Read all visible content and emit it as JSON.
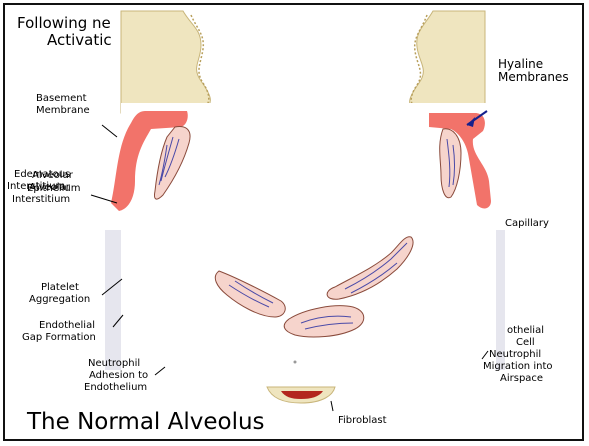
{
  "header": {
    "line1": "Following ne",
    "line2": "Activatic"
  },
  "labels": {
    "hyaline_line1": "Hyaline",
    "hyaline_line2": "Membranes",
    "basement_line1": "Basement",
    "basement_line2": "Membrane",
    "edematous_line1": "Edematous",
    "alveolar_a": "Alveolar",
    "alveolar_b": "Alveolar",
    "interstitium_a": "Interstitium",
    "epithelium_a": "Epithelium",
    "interstitium_line": "Interstitium",
    "capillary": "Capillary",
    "platelet_line1": "Platelet",
    "platelet_line2": "Aggregation",
    "endothelial_gap_line1": "Endothelial",
    "endothelial_gap_line2": "Gap Formation",
    "neutrophil_line1": "Neutrophil",
    "neutrophil_line2": "Adhesion to",
    "neutrophil_line3": "Endothelium",
    "endo_cell_line1": "othelial",
    "endo_cell_line2": "Cell",
    "neutro_mig_line1": "Neutrophil",
    "neutro_mig_line2": "Migration into",
    "neutro_mig_line3": "Airspace",
    "fibroblast": "Fibroblast"
  },
  "title": "The Normal Alveolus",
  "colors": {
    "membrane": "#f2736a",
    "cell_fill": "#f6d4cc",
    "cell_edge": "#8a4b3c",
    "nucleus": "#4a4aa8",
    "tissue": "#e9dca9",
    "dark_red": "#b3261e"
  }
}
